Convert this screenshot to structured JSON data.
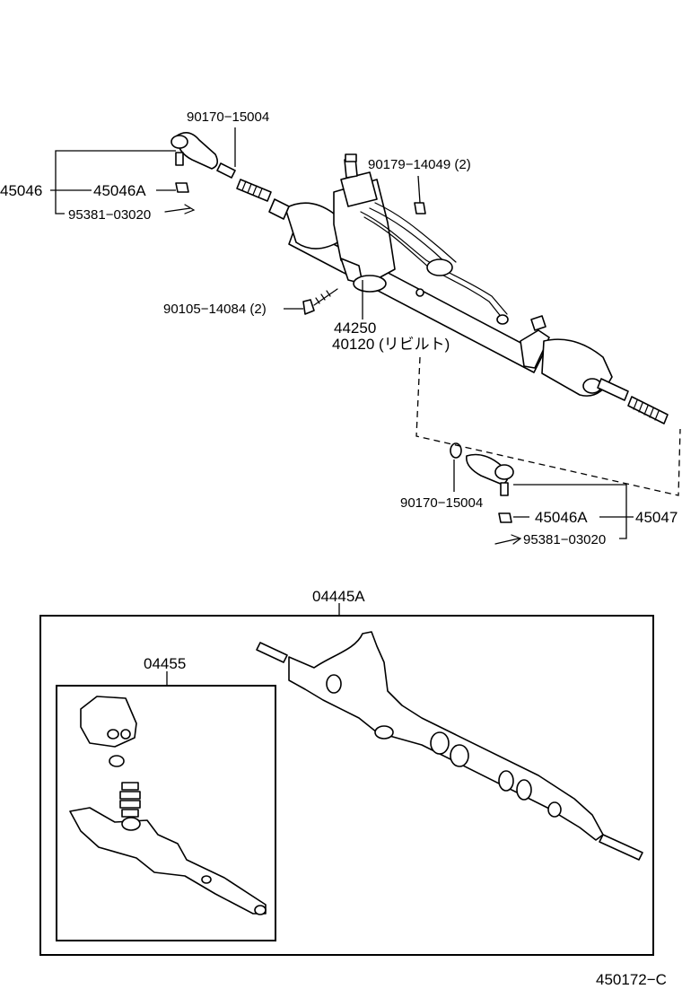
{
  "labels": {
    "p90170_top": "90170−15004",
    "p45046": "45046",
    "p45046A_top": "45046A",
    "p95381_top": "95381−03020",
    "p90179": "90179−14049 (2)",
    "p90105": "90105−14084 (2)",
    "p44250": "44250",
    "p40120": "40120 (リビルト)",
    "p90170_bottom": "90170−15004",
    "p45046A_bottom": "45046A",
    "p45047": "45047",
    "p95381_bottom": "95381−03020",
    "p04445A": "04445A",
    "p04455": "04455",
    "diagram_id": "450172−C"
  }
}
